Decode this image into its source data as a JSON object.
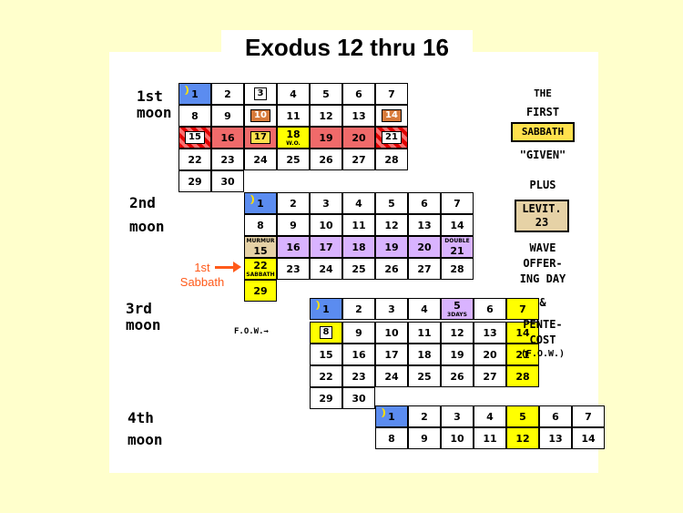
{
  "title": "Exodus 12 thru 16",
  "months": [
    {
      "line1": "1st",
      "line2": "moon"
    },
    {
      "line1": "2nd",
      "line2": "moon"
    },
    {
      "line1": "3rd",
      "line2": "moon"
    },
    {
      "line1": "4th",
      "line2": "moon"
    }
  ],
  "side_text": {
    "the": "THE",
    "first": "FIRST",
    "sabbath": "SABBATH",
    "given": "\"GIVEN\"",
    "plus": "PLUS",
    "levit1": "LEVIT.",
    "levit2": "23",
    "wave": "WAVE",
    "offer": "OFFER-",
    "ing_day": "ING DAY",
    "amp": "&",
    "pente": "PENTE-",
    "cost": "COST",
    "fow": "(F.O.W.)"
  },
  "sabbath_note": {
    "line1": "1st",
    "line2": "Sabbath"
  },
  "fow_label": "F.O.W.→",
  "cells": [
    {
      "t": "1",
      "c": 1,
      "r": 0,
      "s": "blue",
      "moon": true
    },
    {
      "t": "2",
      "c": 2,
      "r": 0
    },
    {
      "t": "3",
      "c": 3,
      "r": 0,
      "box": "plain"
    },
    {
      "t": "4",
      "c": 4,
      "r": 0
    },
    {
      "t": "5",
      "c": 5,
      "r": 0
    },
    {
      "t": "6",
      "c": 6,
      "r": 0
    },
    {
      "t": "7",
      "c": 7,
      "r": 0
    },
    {
      "t": "8",
      "c": 1,
      "r": 1
    },
    {
      "t": "9",
      "c": 2,
      "r": 1
    },
    {
      "t": "10",
      "c": 3,
      "r": 1,
      "box": "orange"
    },
    {
      "t": "11",
      "c": 4,
      "r": 1
    },
    {
      "t": "12",
      "c": 5,
      "r": 1
    },
    {
      "t": "13",
      "c": 6,
      "r": 1
    },
    {
      "t": "14",
      "c": 7,
      "r": 1,
      "box": "orange"
    },
    {
      "t": "15",
      "c": 1,
      "r": 2,
      "s": "stripe",
      "box": "plain"
    },
    {
      "t": "16",
      "c": 2,
      "r": 2,
      "s": "red"
    },
    {
      "t": "17",
      "c": 3,
      "r": 2,
      "s": "red",
      "box": "yellowbox"
    },
    {
      "t": "18",
      "c": 4,
      "r": 2,
      "s": "yellow",
      "bot": "W.O."
    },
    {
      "t": "19",
      "c": 5,
      "r": 2,
      "s": "red"
    },
    {
      "t": "20",
      "c": 6,
      "r": 2,
      "s": "red"
    },
    {
      "t": "21",
      "c": 7,
      "r": 2,
      "s": "stripe",
      "box": "plain"
    },
    {
      "t": "22",
      "c": 1,
      "r": 3
    },
    {
      "t": "23",
      "c": 2,
      "r": 3
    },
    {
      "t": "24",
      "c": 3,
      "r": 3
    },
    {
      "t": "25",
      "c": 4,
      "r": 3
    },
    {
      "t": "26",
      "c": 5,
      "r": 3
    },
    {
      "t": "27",
      "c": 6,
      "r": 3
    },
    {
      "t": "28",
      "c": 7,
      "r": 3
    },
    {
      "t": "29",
      "c": 1,
      "r": 4
    },
    {
      "t": "30",
      "c": 2,
      "r": 4
    },
    {
      "t": "1",
      "c": 3,
      "r": 5,
      "s": "blue",
      "moon": true
    },
    {
      "t": "2",
      "c": 4,
      "r": 5
    },
    {
      "t": "3",
      "c": 5,
      "r": 5
    },
    {
      "t": "4",
      "c": 6,
      "r": 5
    },
    {
      "t": "5",
      "c": 7,
      "r": 5
    },
    {
      "t": "6",
      "c": 8,
      "r": 5
    },
    {
      "t": "7",
      "c": 9,
      "r": 5
    },
    {
      "t": "8",
      "c": 3,
      "r": 6
    },
    {
      "t": "9",
      "c": 4,
      "r": 6
    },
    {
      "t": "10",
      "c": 5,
      "r": 6
    },
    {
      "t": "11",
      "c": 6,
      "r": 6
    },
    {
      "t": "12",
      "c": 7,
      "r": 6
    },
    {
      "t": "13",
      "c": 8,
      "r": 6
    },
    {
      "t": "14",
      "c": 9,
      "r": 6
    },
    {
      "t": "15",
      "c": 3,
      "r": 7,
      "s": "tan",
      "top": "MURMUR"
    },
    {
      "t": "16",
      "c": 4,
      "r": 7,
      "s": "purple"
    },
    {
      "t": "17",
      "c": 5,
      "r": 7,
      "s": "purple"
    },
    {
      "t": "18",
      "c": 6,
      "r": 7,
      "s": "purple"
    },
    {
      "t": "19",
      "c": 7,
      "r": 7,
      "s": "purple"
    },
    {
      "t": "20",
      "c": 8,
      "r": 7,
      "s": "purple"
    },
    {
      "t": "21",
      "c": 9,
      "r": 7,
      "s": "purple",
      "top": "DOUBLE"
    },
    {
      "t": "22",
      "c": 3,
      "r": 8,
      "s": "yellow",
      "bot": "SABBATH"
    },
    {
      "t": "23",
      "c": 4,
      "r": 8
    },
    {
      "t": "24",
      "c": 5,
      "r": 8
    },
    {
      "t": "25",
      "c": 6,
      "r": 8
    },
    {
      "t": "26",
      "c": 7,
      "r": 8
    },
    {
      "t": "27",
      "c": 8,
      "r": 8
    },
    {
      "t": "28",
      "c": 9,
      "r": 8
    },
    {
      "t": "29",
      "c": 3,
      "r": 9,
      "s": "yellow"
    },
    {
      "t": "1",
      "c": 5,
      "r": 10,
      "s": "blue",
      "moon": true
    },
    {
      "t": "2",
      "c": 6,
      "r": 10
    },
    {
      "t": "3",
      "c": 7,
      "r": 10
    },
    {
      "t": "4",
      "c": 8,
      "r": 10
    },
    {
      "t": "5",
      "c": 9,
      "r": 10,
      "s": "purple",
      "bot": "3DAYS"
    },
    {
      "t": "6",
      "c": 10,
      "r": 10
    },
    {
      "t": "7",
      "c": 11,
      "r": 10,
      "s": "yellow"
    },
    {
      "t": "8",
      "c": 5,
      "r": 11,
      "s": "yellow",
      "box": "plain"
    },
    {
      "t": "9",
      "c": 6,
      "r": 11
    },
    {
      "t": "10",
      "c": 7,
      "r": 11
    },
    {
      "t": "11",
      "c": 8,
      "r": 11
    },
    {
      "t": "12",
      "c": 9,
      "r": 11
    },
    {
      "t": "13",
      "c": 10,
      "r": 11
    },
    {
      "t": "14",
      "c": 11,
      "r": 11,
      "s": "yellow"
    },
    {
      "t": "15",
      "c": 5,
      "r": 12
    },
    {
      "t": "16",
      "c": 6,
      "r": 12
    },
    {
      "t": "17",
      "c": 7,
      "r": 12
    },
    {
      "t": "18",
      "c": 8,
      "r": 12
    },
    {
      "t": "19",
      "c": 9,
      "r": 12
    },
    {
      "t": "20",
      "c": 10,
      "r": 12
    },
    {
      "t": "21",
      "c": 11,
      "r": 12,
      "s": "yellow"
    },
    {
      "t": "22",
      "c": 5,
      "r": 13
    },
    {
      "t": "23",
      "c": 6,
      "r": 13
    },
    {
      "t": "24",
      "c": 7,
      "r": 13
    },
    {
      "t": "25",
      "c": 8,
      "r": 13
    },
    {
      "t": "26",
      "c": 9,
      "r": 13
    },
    {
      "t": "27",
      "c": 10,
      "r": 13
    },
    {
      "t": "28",
      "c": 11,
      "r": 13,
      "s": "yellow"
    },
    {
      "t": "29",
      "c": 5,
      "r": 14
    },
    {
      "t": "30",
      "c": 6,
      "r": 14
    },
    {
      "t": "1",
      "c": 7,
      "r": 15,
      "s": "blue",
      "moon": true
    },
    {
      "t": "2",
      "c": 8,
      "r": 15
    },
    {
      "t": "3",
      "c": 9,
      "r": 15
    },
    {
      "t": "4",
      "c": 10,
      "r": 15
    },
    {
      "t": "5",
      "c": 11,
      "r": 15,
      "s": "yellow"
    },
    {
      "t": "6",
      "c": 12,
      "r": 15
    },
    {
      "t": "7",
      "c": 13,
      "r": 15
    },
    {
      "t": "8",
      "c": 7,
      "r": 16
    },
    {
      "t": "9",
      "c": 8,
      "r": 16
    },
    {
      "t": "10",
      "c": 9,
      "r": 16
    },
    {
      "t": "11",
      "c": 10,
      "r": 16
    },
    {
      "t": "12",
      "c": 11,
      "r": 16,
      "s": "yellow"
    },
    {
      "t": "13",
      "c": 12,
      "r": 16
    },
    {
      "t": "14",
      "c": 13,
      "r": 16
    }
  ]
}
